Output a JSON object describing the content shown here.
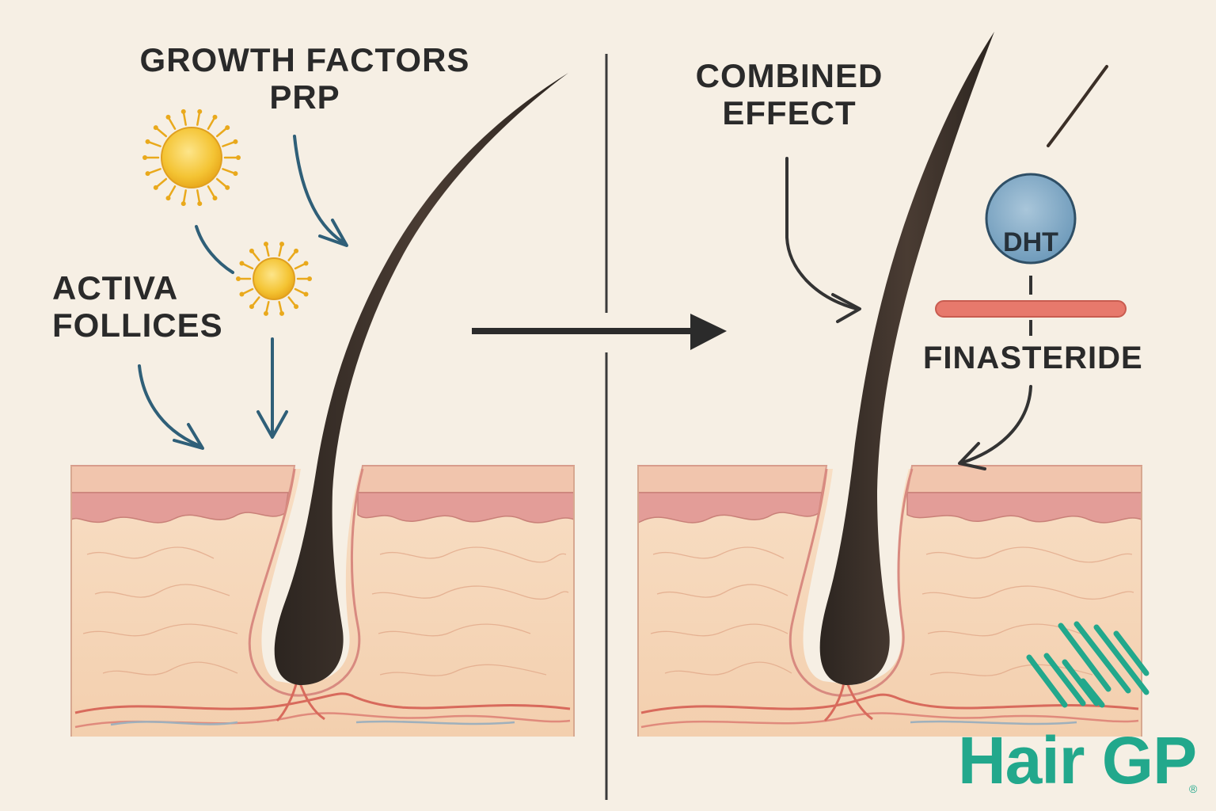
{
  "labels": {
    "growth_factors": "GROWTH FACTORS",
    "prp": "PRP",
    "activa": "ACTIVA",
    "follices": "FOLLICES",
    "combined": "COMBINED",
    "effect": "EFFECT",
    "dht": "DHT",
    "finasteride": "FINASTERIDE"
  },
  "logo": {
    "text": "Hair GP",
    "registered": "®"
  },
  "colors": {
    "background": "#f6efe4",
    "hair": "#3b2f27",
    "arrow_blue": "#2f5f78",
    "arrow_dark": "#2b2b2b",
    "skin_top": "#f2c6b0",
    "skin_epidermis": "#e7a4a0",
    "skin_dermis": "#f7dcc0",
    "sun_yellow": "#f4c434",
    "dht_circle": "#7fa9c5",
    "finasteride_bar": "#e7796c",
    "logo_green": "#22a88c"
  }
}
